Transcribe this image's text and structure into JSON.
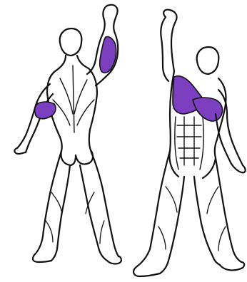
{
  "colors": {
    "background": "#ffffff",
    "outline": "#111111",
    "highlight": "#7b3fbf",
    "highlight_dark": "#5a2a94"
  },
  "figures": [
    {
      "view": "back",
      "highlighted_muscles": [
        "upper-arm-right",
        "forearm-left"
      ]
    },
    {
      "view": "front",
      "highlighted_muscles": [
        "chest-upper",
        "shoulder-right"
      ]
    }
  ]
}
